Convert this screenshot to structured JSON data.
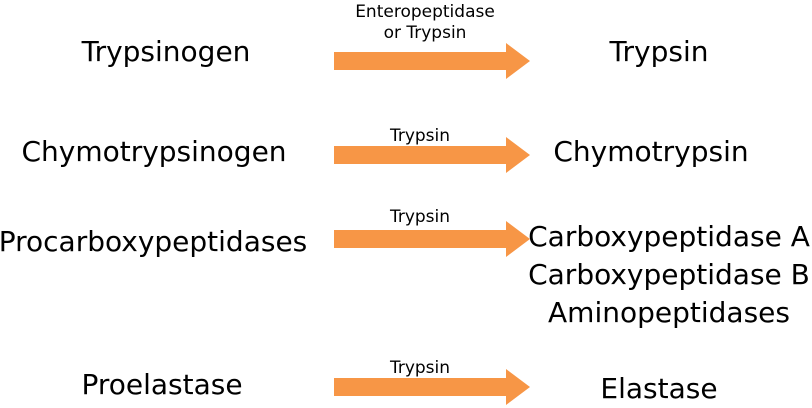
{
  "colors": {
    "arrow": "#f79646",
    "text": "#000000",
    "background": "#ffffff"
  },
  "rows": [
    {
      "zymogen": "Trypsinogen",
      "enzyme_lines": [
        "Enteropeptidase",
        "or Trypsin"
      ],
      "products": [
        "Trypsin"
      ]
    },
    {
      "zymogen": "Chymotrypsinogen",
      "enzyme_lines": [
        "Trypsin"
      ],
      "products": [
        "Chymotrypsin"
      ]
    },
    {
      "zymogen": "Procarboxypeptidases",
      "enzyme_lines": [
        "Trypsin"
      ],
      "products": [
        "Carboxypeptidase A",
        "Carboxypeptidase B",
        "Aminopeptidases"
      ]
    },
    {
      "zymogen": "Proelastase",
      "enzyme_lines": [
        "Trypsin"
      ],
      "products": [
        "Elastase"
      ]
    }
  ]
}
